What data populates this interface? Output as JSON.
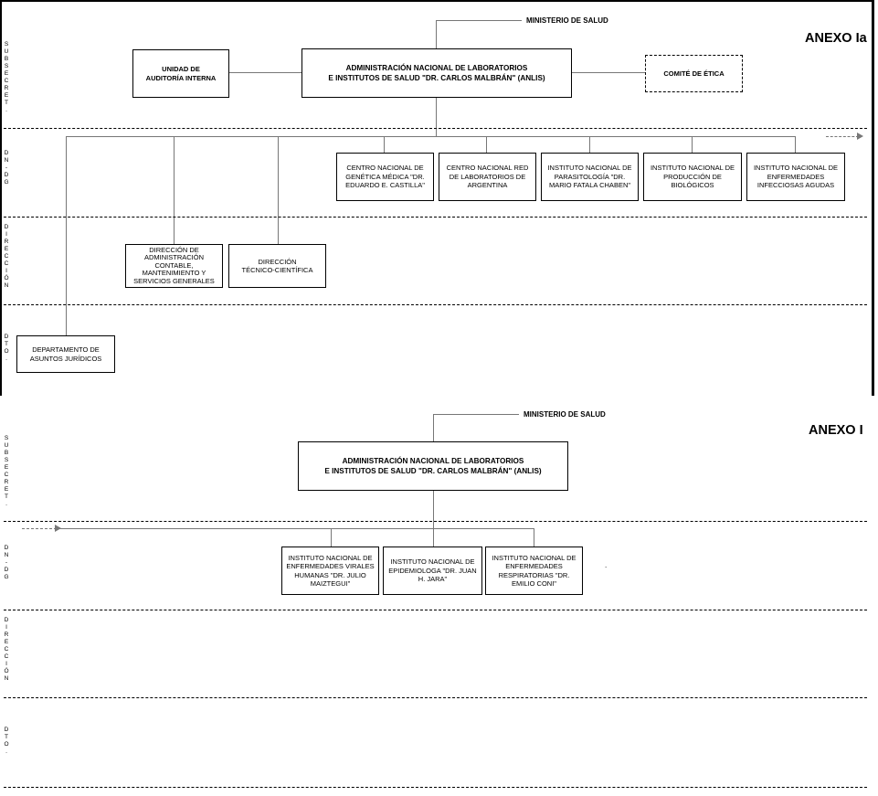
{
  "annex_a": {
    "title": "ANEXO Ia",
    "ministry": "MINISTERIO DE SALUD",
    "levels": {
      "subsecret": [
        "S",
        "U",
        "B",
        "S",
        "E",
        "C",
        "R",
        "E",
        "T",
        "."
      ],
      "dn_dg": [
        "D",
        "N",
        "-",
        "D",
        "G"
      ],
      "direccion": [
        "D",
        "I",
        "R",
        "E",
        "C",
        "C",
        "I",
        "Ó",
        "N"
      ],
      "dto": [
        "D",
        "T",
        "O",
        "."
      ]
    },
    "main_box": [
      "ADMINISTRACIÓN NACIONAL DE LABORATORIOS",
      "E INSTITUTOS DE SALUD \"DR. CARLOS MALBRÁN\" (ANLIS)"
    ],
    "audit_box": [
      "UNIDAD DE",
      "AUDITORÍA INTERNA"
    ],
    "ethics_box": "COMITÉ DE ÉTICA",
    "centers": [
      [
        "CENTRO NACIONAL DE",
        "GENÉTICA MÉDICA \"DR.",
        "EDUARDO E. CASTILLA\""
      ],
      [
        "CENTRO NACIONAL RED",
        "DE LABORATORIOS DE",
        "ARGENTINA"
      ],
      [
        "INSTITUTO NACIONAL DE",
        "PARASITOLOGÍA \"DR.",
        "MARIO FATALA CHABEN\""
      ],
      [
        "INSTITUTO NACIONAL DE",
        "PRODUCCIÓN DE",
        "BIOLÓGICOS"
      ],
      [
        "INSTITUTO NACIONAL DE",
        "ENFERMEDADES",
        "INFECCIOSAS AGUDAS"
      ]
    ],
    "dir_admin": [
      "DIRECCIÓN DE",
      "ADMINISTRACIÓN",
      "CONTABLE,",
      "MANTENIMIENTO Y",
      "SERVICIOS GENERALES"
    ],
    "dir_tec": [
      "DIRECCIÓN",
      "TÉCNICO-CIENTÍFICA"
    ],
    "dept_legal": [
      "DEPARTAMENTO DE",
      "ASUNTOS JURÍDICOS"
    ]
  },
  "annex_b": {
    "title": "ANEXO I",
    "ministry": "MINISTERIO DE SALUD",
    "levels": {
      "subsecret": [
        "S",
        "U",
        "B",
        "S",
        "E",
        "C",
        "R",
        "E",
        "T",
        "."
      ],
      "dn_dg": [
        "D",
        "N",
        "-",
        "D",
        "G"
      ],
      "direccion": [
        "D",
        "I",
        "R",
        "E",
        "C",
        "C",
        "I",
        "Ó",
        "N"
      ],
      "dto": [
        "D",
        "T",
        "O",
        "."
      ]
    },
    "main_box": [
      "ADMINISTRACIÓN NACIONAL DE LABORATORIOS",
      "E INSTITUTOS DE SALUD \"DR. CARLOS MALBRÁN\" (ANLIS)"
    ],
    "institutes": [
      [
        "INSTITUTO NACIONAL DE",
        "ENFERMEDADES VIRALES",
        "HUMANAS \"DR. JULIO",
        "MAIZTEGUI\""
      ],
      [
        "INSTITUTO NACIONAL DE",
        "EPIDEMIOLOGA \"DR. JUAN",
        "H. JARA\""
      ],
      [
        "INSTITUTO NACIONAL DE",
        "ENFERMEDADES",
        "RESPIRATORIAS \"DR.",
        "EMILIO CONI\""
      ]
    ],
    "stray_mark": "."
  }
}
